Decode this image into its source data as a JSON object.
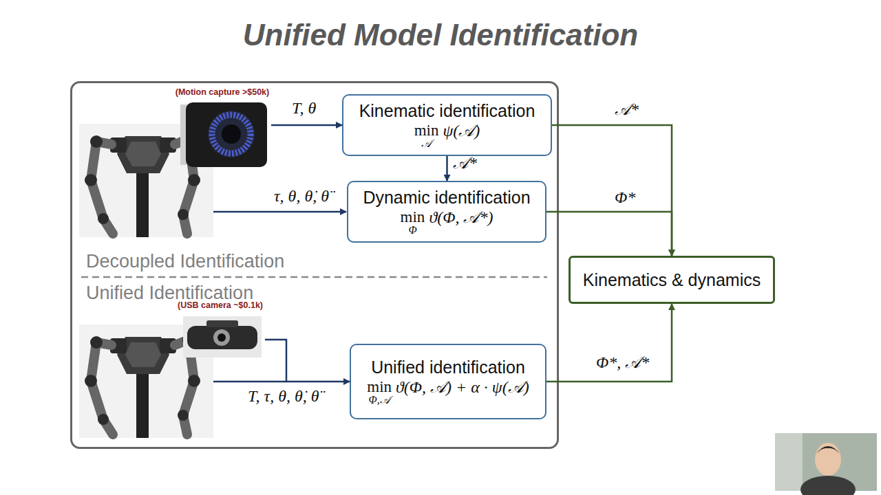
{
  "diagram": {
    "title": "Unified Model Identification",
    "nodes": [
      {
        "text": [
          "Decoupled Identification",
          "Unified Identification"
        ]
      },
      {
        "text": [
          "(Motion capture >$50k)"
        ],
        "in": 0
      },
      {
        "text": [
          "Kinematic identification",
          "min",
          "𝒜",
          "ψ(𝒜)"
        ],
        "in": 0
      },
      {
        "text": [
          "Dynamic identification",
          "min",
          "Φ",
          "ϑ(Φ, 𝒜*)"
        ],
        "in": 0
      },
      {
        "text": [
          "(USB camera ~$0.1k)"
        ],
        "in": 0
      },
      {
        "text": [
          "Unified identification",
          "min",
          "Φ,𝒜",
          "ϑ(Φ, 𝒜) + α · ψ(𝒜)"
        ],
        "in": 0
      },
      {
        "text": [
          "Kinematics & dynamics"
        ]
      }
    ],
    "edges": [
      {
        "from": 1,
        "to": 2,
        "arrow": "to",
        "label": "T, θ"
      },
      {
        "from": 2,
        "to": 3,
        "arrow": "to",
        "label": "𝒜*"
      },
      {
        "from": 2,
        "to": 6,
        "arrow": "to",
        "label": "𝒜*"
      },
      {
        "from": 3,
        "to": 6,
        "arrow": "to",
        "label": "Φ*"
      },
      {
        "from": 4,
        "to": 5,
        "arrow": "to",
        "label": "T, τ, θ, θ̇, θ̈"
      },
      {
        "from": 5,
        "to": 6,
        "arrow": "to",
        "label": "Φ*, 𝒜*"
      }
    ],
    "labels": [
      "τ, θ, θ̇, θ̈"
    ]
  }
}
